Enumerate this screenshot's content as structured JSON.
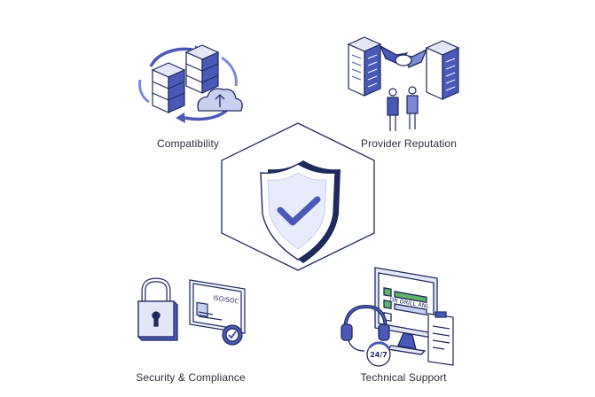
{
  "colors": {
    "stroke": "#1f2a5c",
    "accent": "#4a58b8",
    "accent_light": "#c9cff0",
    "accent_mid": "#7d89d6",
    "surface": "#f2f4fc",
    "green": "#5fb36a"
  },
  "hub": {
    "icon": "shield-check-icon"
  },
  "nodes": [
    {
      "label": "Compatibility",
      "icon": "server-sync-cloud-icon"
    },
    {
      "label": "Provider Reputation",
      "icon": "handshake-buildings-icon"
    },
    {
      "label": "Security & Compliance",
      "icon": "padlock-certificate-icon"
    },
    {
      "label": "Technical Support",
      "icon": "headset-monitor-icon"
    }
  ],
  "certificate_text": "ISO/SOC",
  "support_badge_text": "24/7",
  "monitor_text": "DR DRILL ANL"
}
